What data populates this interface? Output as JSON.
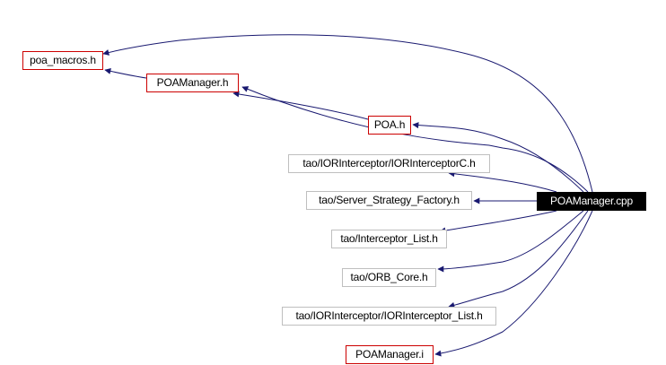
{
  "diagram": {
    "type": "include dependency graph",
    "root": {
      "id": "root",
      "label": "POAManager.cpp",
      "style": "root"
    },
    "nodes": [
      {
        "id": "poa_macros",
        "label": "poa_macros.h",
        "style": "red"
      },
      {
        "id": "poamanager_h",
        "label": "POAManager.h",
        "style": "red"
      },
      {
        "id": "poa_h",
        "label": "POA.h",
        "style": "red"
      },
      {
        "id": "iorinterceptorc",
        "label": "tao/IORInterceptor/IORInterceptorC.h",
        "style": "gray"
      },
      {
        "id": "server_strategy",
        "label": "tao/Server_Strategy_Factory.h",
        "style": "gray"
      },
      {
        "id": "interceptor_list",
        "label": "tao/Interceptor_List.h",
        "style": "gray"
      },
      {
        "id": "orb_core",
        "label": "tao/ORB_Core.h",
        "style": "gray"
      },
      {
        "id": "iorinterceptor_list",
        "label": "tao/IORInterceptor/IORInterceptor_List.h",
        "style": "gray"
      },
      {
        "id": "poamanager_i",
        "label": "POAManager.i",
        "style": "red"
      }
    ],
    "edges": [
      {
        "from": "root",
        "to": "poa_macros"
      },
      {
        "from": "root",
        "to": "poamanager_h"
      },
      {
        "from": "root",
        "to": "poa_h"
      },
      {
        "from": "root",
        "to": "iorinterceptorc"
      },
      {
        "from": "root",
        "to": "server_strategy"
      },
      {
        "from": "root",
        "to": "interceptor_list"
      },
      {
        "from": "root",
        "to": "orb_core"
      },
      {
        "from": "root",
        "to": "iorinterceptor_list"
      },
      {
        "from": "root",
        "to": "poamanager_i"
      },
      {
        "from": "poamanager_h",
        "to": "poa_macros"
      },
      {
        "from": "poa_h",
        "to": "poamanager_h"
      }
    ],
    "colors": {
      "edge": "#191970",
      "linked_border": "#cc0000",
      "unlinked_border": "#bfbfbf",
      "root_fill": "#000000",
      "root_text": "#ffffff"
    }
  }
}
